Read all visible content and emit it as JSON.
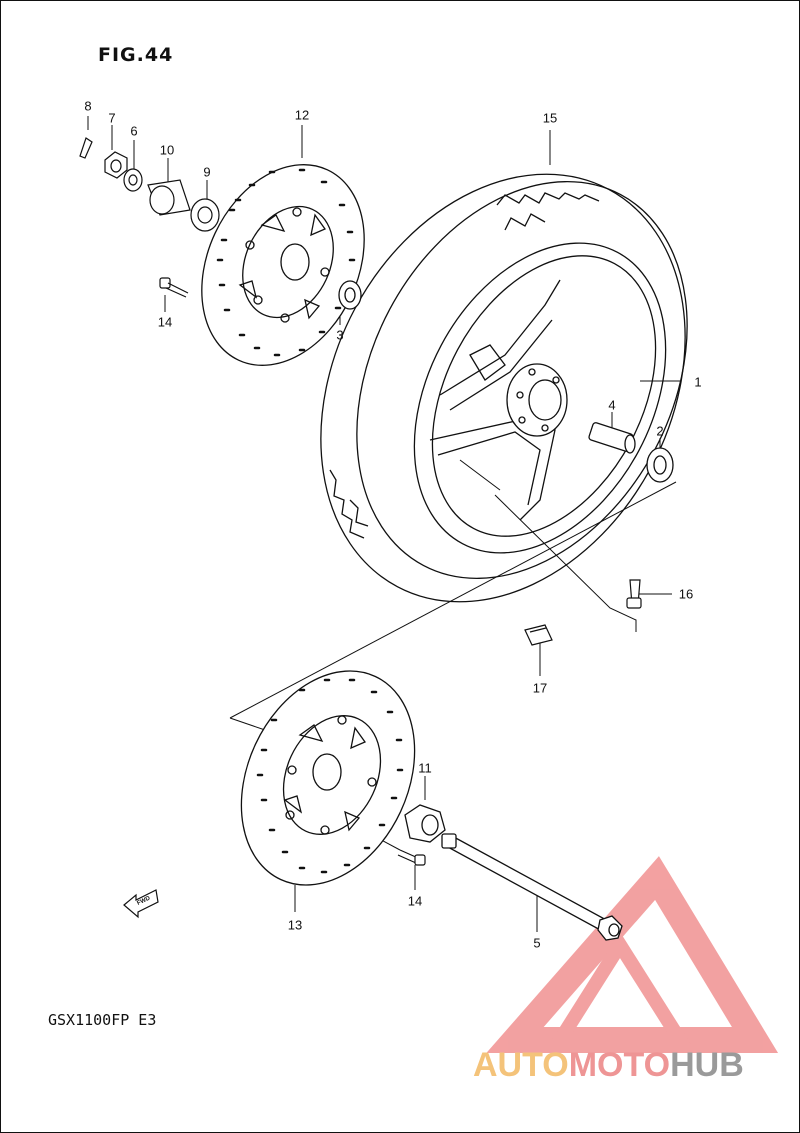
{
  "figure": {
    "title": "FIG.44",
    "model_code": "GSX1100FP  E3"
  },
  "fwd_label": "FWD",
  "callouts": [
    {
      "id": "c8",
      "label": "8"
    },
    {
      "id": "c7",
      "label": "7"
    },
    {
      "id": "c6",
      "label": "6"
    },
    {
      "id": "c10",
      "label": "10"
    },
    {
      "id": "c9",
      "label": "9"
    },
    {
      "id": "c12",
      "label": "12"
    },
    {
      "id": "c15",
      "label": "15"
    },
    {
      "id": "c14a",
      "label": "14"
    },
    {
      "id": "c3",
      "label": "3"
    },
    {
      "id": "c1",
      "label": "1"
    },
    {
      "id": "c4",
      "label": "4"
    },
    {
      "id": "c2",
      "label": "2"
    },
    {
      "id": "c16",
      "label": "16"
    },
    {
      "id": "c17",
      "label": "17"
    },
    {
      "id": "c11",
      "label": "11"
    },
    {
      "id": "c14b",
      "label": "14"
    },
    {
      "id": "c13",
      "label": "13"
    },
    {
      "id": "c5",
      "label": "5"
    }
  ],
  "watermark": {
    "part1": "AUTO",
    "part2": "MOTO",
    "part3": "HUB",
    "colors": {
      "auto": "#f4c37a",
      "moto": "#ee9595",
      "hub": "#9a9a9a",
      "triangle": "#f08a8a"
    }
  }
}
